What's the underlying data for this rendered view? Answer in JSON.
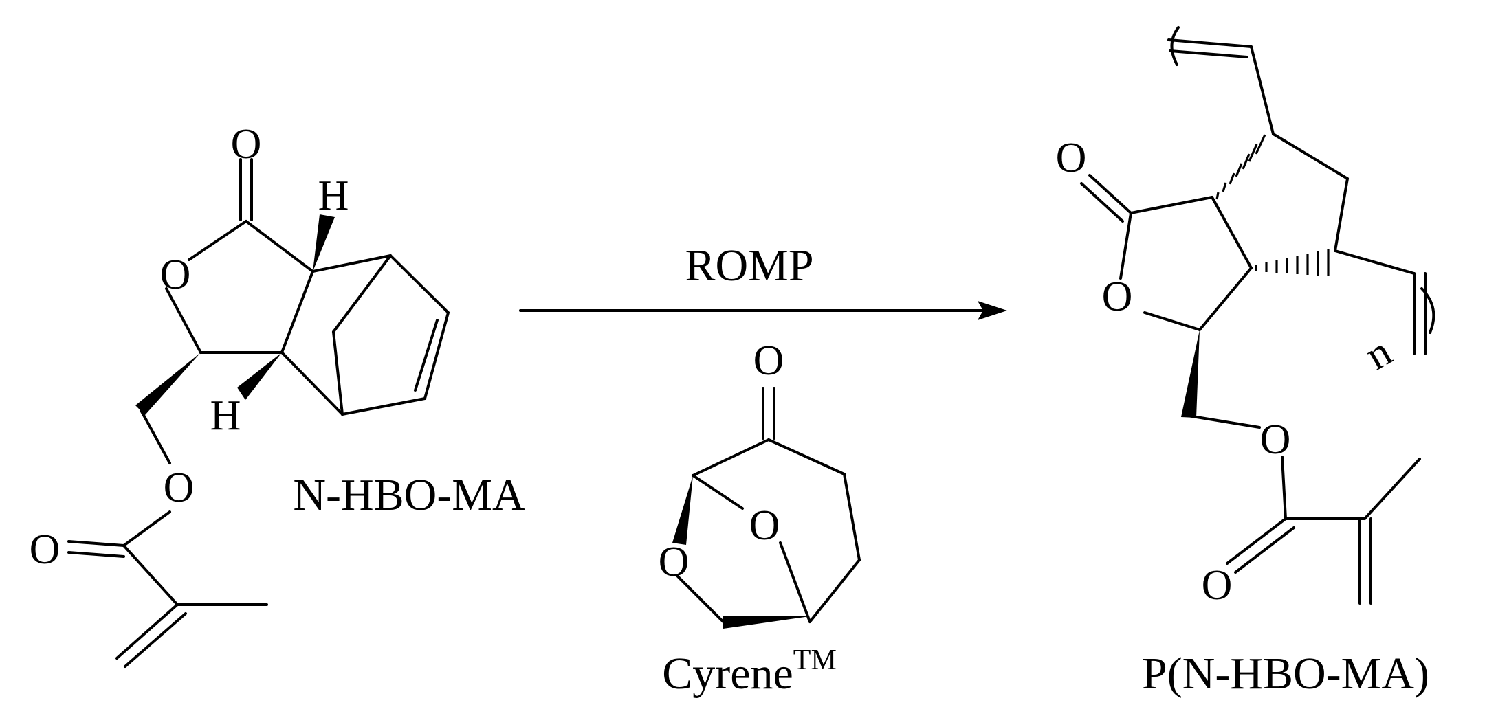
{
  "reaction": {
    "condition_above": "ROMP",
    "reactant": {
      "name": "N-HBO-MA",
      "atoms": {
        "carbonyl_o": "O",
        "ring_o": "O",
        "ester_o": "O",
        "ester_carbonyl_o": "O",
        "h_top": "H",
        "h_bottom": "H"
      }
    },
    "solvent": {
      "name": "Cyrene",
      "trademark": "TM",
      "atoms": {
        "ketone_o": "O",
        "bridge_o": "O",
        "ring_o": "O"
      }
    },
    "product": {
      "name": "P(N-HBO-MA)",
      "repeat": "n",
      "atoms": {
        "carbonyl_o": "O",
        "ring_o": "O",
        "ester_o": "O",
        "ester_carbonyl_o": "O"
      }
    }
  }
}
